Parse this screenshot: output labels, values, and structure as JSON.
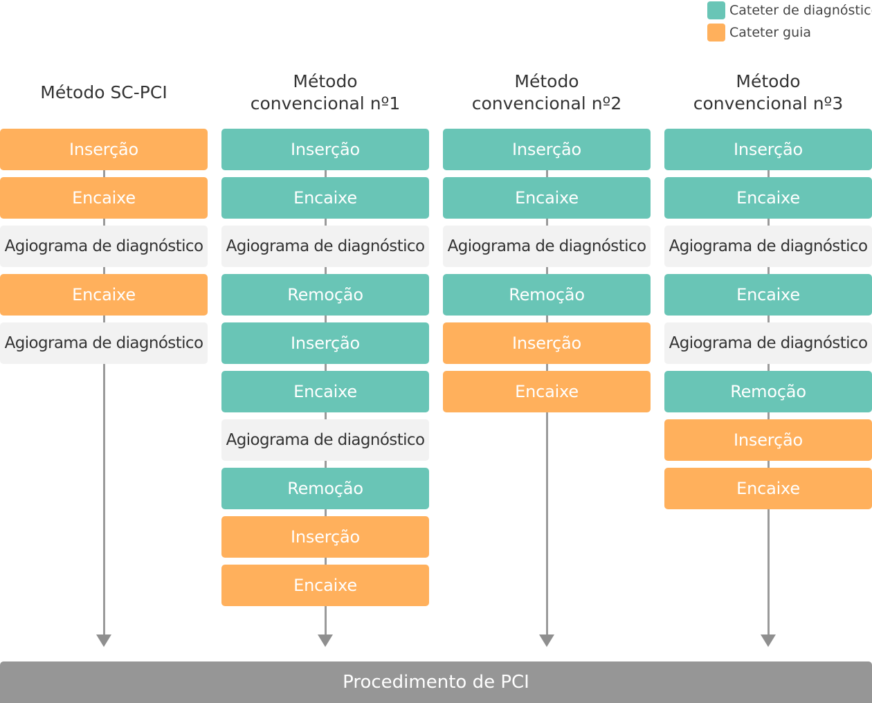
{
  "legend": [
    {
      "label": "Cateter de diagnóstico",
      "color": "#69c5b6"
    },
    {
      "label": "Cateter guia",
      "color": "#ffb05c"
    }
  ],
  "columns": [
    {
      "title_lines": [
        "Método SC-PCI"
      ],
      "steps": [
        {
          "label": "Inserção",
          "kind": "guide"
        },
        {
          "label": "Encaixe",
          "kind": "guide"
        },
        {
          "label": "Agiograma de diagnóstico",
          "kind": "neutral"
        },
        {
          "label": "Encaixe",
          "kind": "guide"
        },
        {
          "label": "Agiograma de diagnóstico",
          "kind": "neutral"
        }
      ]
    },
    {
      "title_lines": [
        "Método",
        "convencional nº1"
      ],
      "steps": [
        {
          "label": "Inserção",
          "kind": "diag"
        },
        {
          "label": "Encaixe",
          "kind": "diag"
        },
        {
          "label": "Agiograma de diagnóstico",
          "kind": "neutral"
        },
        {
          "label": "Remoção",
          "kind": "diag"
        },
        {
          "label": "Inserção",
          "kind": "diag"
        },
        {
          "label": "Encaixe",
          "kind": "diag"
        },
        {
          "label": "Agiograma de diagnóstico",
          "kind": "neutral"
        },
        {
          "label": "Remoção",
          "kind": "diag"
        },
        {
          "label": "Inserção",
          "kind": "guide"
        },
        {
          "label": "Encaixe",
          "kind": "guide"
        }
      ]
    },
    {
      "title_lines": [
        "Método",
        "convencional nº2"
      ],
      "steps": [
        {
          "label": "Inserção",
          "kind": "diag"
        },
        {
          "label": "Encaixe",
          "kind": "diag"
        },
        {
          "label": "Agiograma de diagnóstico",
          "kind": "neutral"
        },
        {
          "label": "Remoção",
          "kind": "diag"
        },
        {
          "label": "Inserção",
          "kind": "guide"
        },
        {
          "label": "Encaixe",
          "kind": "guide"
        }
      ]
    },
    {
      "title_lines": [
        "Método",
        "convencional nº3"
      ],
      "steps": [
        {
          "label": "Inserção",
          "kind": "diag"
        },
        {
          "label": "Encaixe",
          "kind": "diag"
        },
        {
          "label": "Agiograma de diagnóstico",
          "kind": "neutral"
        },
        {
          "label": "Encaixe",
          "kind": "diag"
        },
        {
          "label": "Agiograma de diagnóstico",
          "kind": "neutral"
        },
        {
          "label": "Remoção",
          "kind": "diag"
        },
        {
          "label": "Inserção",
          "kind": "guide"
        },
        {
          "label": "Encaixe",
          "kind": "guide"
        }
      ]
    }
  ],
  "footer": {
    "label": "Procedimento de PCI"
  }
}
